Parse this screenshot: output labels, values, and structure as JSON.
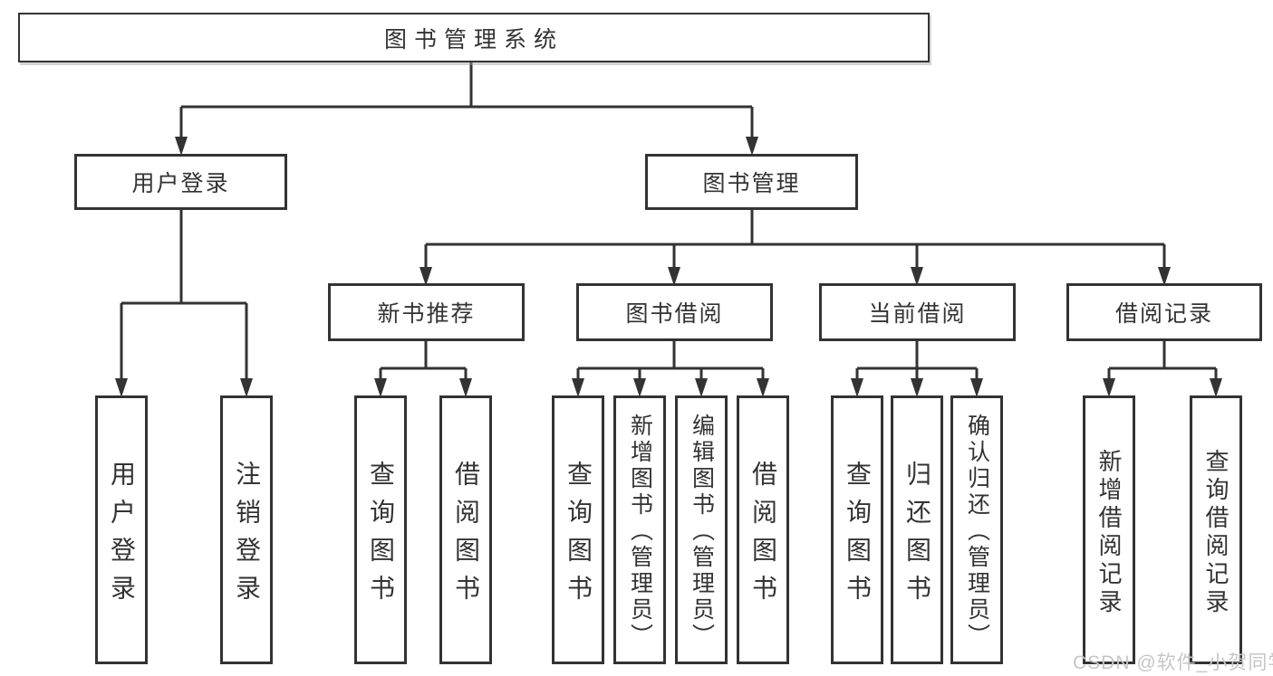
{
  "diagram": {
    "title": "图书管理系统",
    "level2": {
      "user_login": "用户登录",
      "book_mgmt": "图书管理"
    },
    "level3": {
      "new_book_rec": "新书推荐",
      "book_borrow": "图书借阅",
      "current_borrow": "当前借阅",
      "borrow_records": "借阅记录"
    },
    "leaves": {
      "login": "用户登录",
      "logout": "注销登录",
      "rec_query_books": "查询图书",
      "rec_borrow_books": "借阅图书",
      "bb_query_books": "查询图书",
      "bb_add_books": "新增图书（管理员）",
      "bb_edit_books": "编辑图书（管理员）",
      "bb_borrow_books": "借阅图书",
      "cb_query_books": "查询图书",
      "cb_return_books": "归还图书",
      "cb_confirm_return": "确认归还（管理员）",
      "br_add_record": "新增借阅记录",
      "br_query_record": "查询借阅记录"
    }
  },
  "watermark": {
    "text": "CSDN @软件_小贺同学"
  },
  "colors": {
    "line": "#333333",
    "box_border": "#333333",
    "text": "#333333",
    "watermark": "#c6c6c6",
    "background": "#ffffff"
  }
}
